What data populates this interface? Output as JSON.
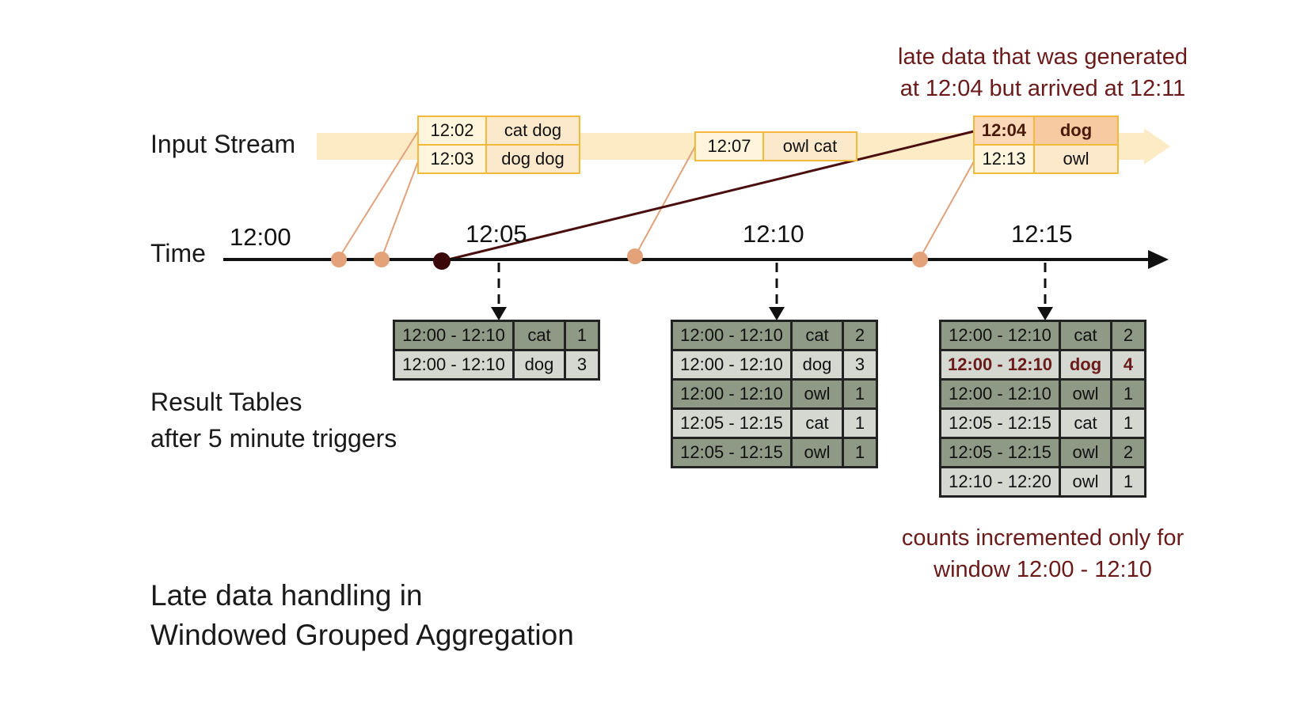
{
  "labels": {
    "input_stream": "Input Stream",
    "time": "Time",
    "result_tables_line1": "Result Tables",
    "result_tables_line2": "after 5 minute triggers",
    "title_line1": "Late data handling in",
    "title_line2": "Windowed Grouped Aggregation"
  },
  "notes": {
    "late_line1": "late data that was generated",
    "late_line2": "at 12:04 but arrived at 12:11",
    "counts_line1": "counts incremented only for",
    "counts_line2": "window 12:00 - 12:10"
  },
  "ticks": [
    "12:00",
    "12:05",
    "12:10",
    "12:15"
  ],
  "input_events": [
    [
      {
        "time": "12:02",
        "words": "cat dog"
      },
      {
        "time": "12:03",
        "words": "dog dog"
      }
    ],
    [
      {
        "time": "12:07",
        "words": "owl cat"
      }
    ],
    [
      {
        "time": "12:04",
        "words": "dog"
      },
      {
        "time": "12:13",
        "words": "owl"
      }
    ]
  ],
  "result_tables": [
    [
      {
        "window": "12:00 - 12:10",
        "word": "cat",
        "count": "1"
      },
      {
        "window": "12:00 - 12:10",
        "word": "dog",
        "count": "3"
      }
    ],
    [
      {
        "window": "12:00 - 12:10",
        "word": "cat",
        "count": "2"
      },
      {
        "window": "12:00 - 12:10",
        "word": "dog",
        "count": "3"
      },
      {
        "window": "12:00 - 12:10",
        "word": "owl",
        "count": "1"
      },
      {
        "window": "12:05 - 12:15",
        "word": "cat",
        "count": "1"
      },
      {
        "window": "12:05 - 12:15",
        "word": "owl",
        "count": "1"
      }
    ],
    [
      {
        "window": "12:00 - 12:10",
        "word": "cat",
        "count": "2"
      },
      {
        "window": "12:00 - 12:10",
        "word": "dog",
        "count": "4"
      },
      {
        "window": "12:00 - 12:10",
        "word": "owl",
        "count": "1"
      },
      {
        "window": "12:05 - 12:15",
        "word": "cat",
        "count": "1"
      },
      {
        "window": "12:05 - 12:15",
        "word": "owl",
        "count": "2"
      },
      {
        "window": "12:10 - 12:20",
        "word": "owl",
        "count": "1"
      }
    ]
  ],
  "colors": {
    "stream_band": "#fdebc6",
    "event_border": "#f3b93a",
    "connector": "#e0a27c",
    "late_connector": "#4a0e0e",
    "dot": "#e3a27a",
    "late_dot": "#3a0808",
    "note_text": "#6b1a1a",
    "table_dark": "#8e9a86",
    "table_light": "#d4d8d0"
  }
}
